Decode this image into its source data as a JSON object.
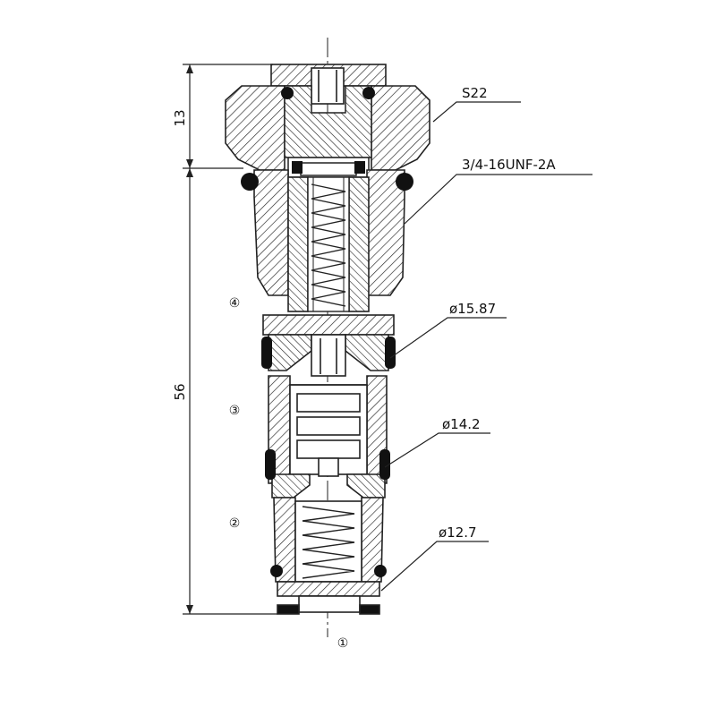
{
  "callouts": {
    "hex": "S22",
    "thread": "3/4-16UNF-2A",
    "dia1": "ø15.87",
    "dia2": "ø14.2",
    "dia3": "ø12.7"
  },
  "dimensions": {
    "top": "13",
    "overall": "56"
  },
  "ports": {
    "p1": "①",
    "p2": "②",
    "p3": "③",
    "p4": "④"
  }
}
